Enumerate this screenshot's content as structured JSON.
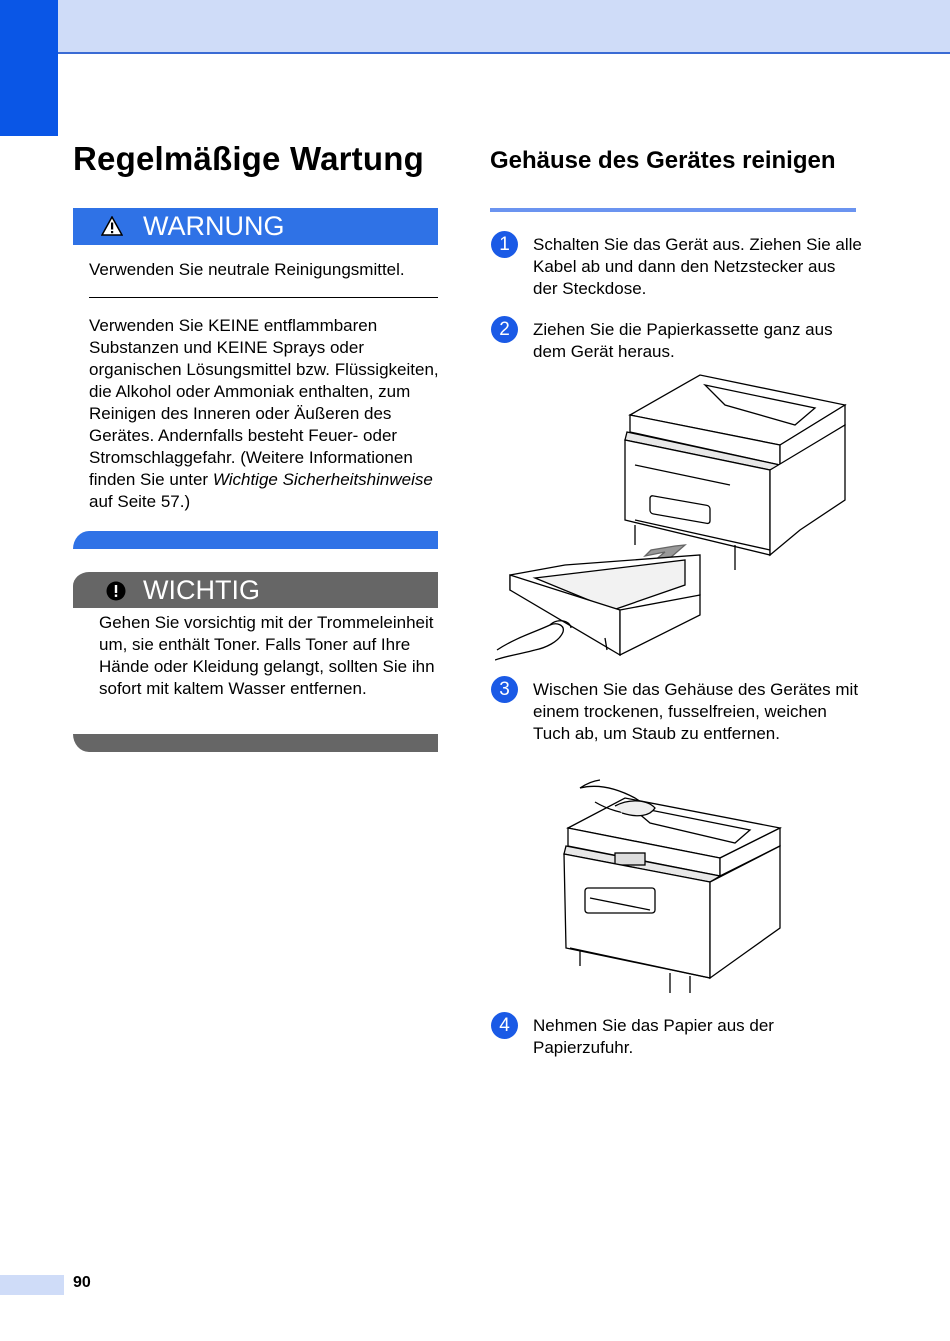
{
  "page": {
    "title": "Regelmäßige Wartung",
    "page_number": "90"
  },
  "warning": {
    "label": "WARNUNG",
    "text1": "Verwenden Sie neutrale Reinigungsmittel.",
    "text2_main": "Verwenden Sie KEINE entflammbaren Substanzen und KEINE Sprays oder organischen Lösungsmittel bzw. Flüssigkeiten, die Alkohol oder Ammoniak enthalten, zum Reinigen des Inneren oder Äußeren des Gerätes. Andernfalls besteht Feuer- oder Stromschlaggefahr. (Weitere Informationen finden Sie unter ",
    "text2_link": "Wichtige Sicherheitshinweise",
    "text2_end": " auf Seite 57.)"
  },
  "important": {
    "label": "WICHTIG",
    "text": "Gehen Sie vorsichtig mit der Trommeleinheit um, sie enthält Toner. Falls Toner auf Ihre Hände oder Kleidung gelangt, sollten Sie ihn sofort mit kaltem Wasser entfernen."
  },
  "section": {
    "title": "Gehäuse des Gerätes reinigen",
    "steps": [
      {
        "num": "1",
        "text": "Schalten Sie das Gerät aus. Ziehen Sie alle Kabel ab und dann den Netzstecker aus der Steckdose."
      },
      {
        "num": "2",
        "text": "Ziehen Sie die Papierkassette ganz aus dem Gerät heraus."
      },
      {
        "num": "3",
        "text": "Wischen Sie das Gehäuse des Gerätes mit einem trockenen, fusselfreien, weichen Tuch ab, um Staub zu entfernen."
      },
      {
        "num": "4",
        "text": "Nehmen Sie das Papier aus der Papierzufuhr."
      }
    ]
  },
  "colors": {
    "accent_blue": "#0a56e6",
    "warning_blue": "#2f72e6",
    "important_gray": "#666666",
    "header_band": "#cfdcf8"
  },
  "icons": {
    "warning": "warning-triangle-icon",
    "important": "exclamation-circle-icon"
  }
}
